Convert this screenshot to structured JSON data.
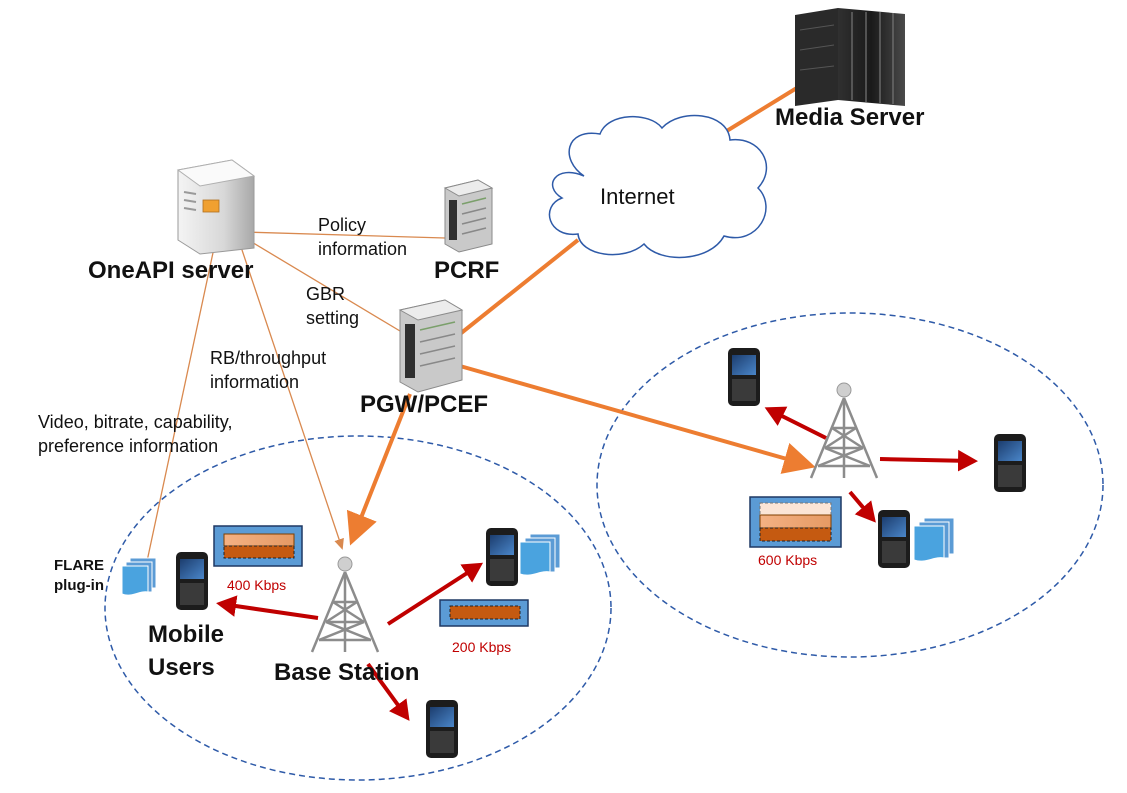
{
  "nodes": {
    "media_server": "Media Server",
    "internet": "Internet",
    "oneapi_server": "OneAPI server",
    "pcrf": "PCRF",
    "pgw": "PGW/PCEF",
    "base_station": "Base Station",
    "mobile_users": "Mobile Users",
    "flare_plugin": "FLARE plug-in"
  },
  "links": {
    "policy_info": "Policy information",
    "gbr_setting": "GBR setting",
    "rb_throughput": "RB/throughput information",
    "video_info": "Video, bitrate, capability, preference information"
  },
  "rates": {
    "rate_400": "400 Kbps",
    "rate_200": "200 Kbps",
    "rate_600": "600 Kbps"
  },
  "colors": {
    "core_link": "#ed7d31",
    "control_link": "#d9894f",
    "user_arrow": "#c00000",
    "cell_boundary": "#2e5aa8",
    "buffer_fill": "#5b9bd5"
  }
}
